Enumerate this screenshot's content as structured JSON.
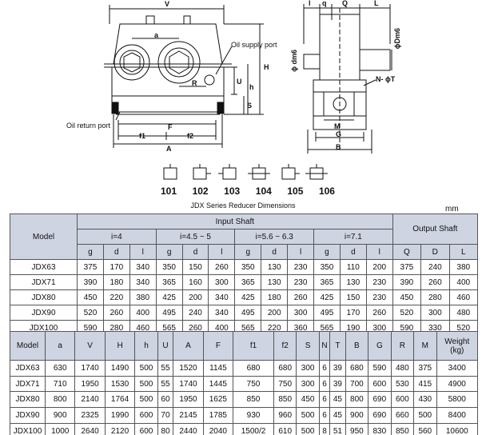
{
  "drawing": {
    "dimension_labels": {
      "V": "V",
      "a": "a",
      "H": "H",
      "h": "h",
      "U": "U",
      "R": "R",
      "S": "S",
      "F": "F",
      "f1": "f1",
      "f2": "f2",
      "A": "A",
      "l": "l",
      "q": "q",
      "Q": "Q",
      "L": "L",
      "dm6": "ϕ dm6",
      "Dm6": "ϕDm6",
      "N": "N- ϕT",
      "M": "M",
      "G": "G",
      "B": "B"
    },
    "oil_supply": "Oil supply port",
    "oil_return": "Oil return port",
    "codes": [
      "101",
      "102",
      "103",
      "104",
      "105",
      "106"
    ],
    "caption": "JDX Series Reducer Dimensions",
    "unit": "mm"
  },
  "table1": {
    "model_header": "Model",
    "input_header": "Input Shaft",
    "output_header": "Output Shaft",
    "ratios": [
      "i=4",
      "i=4.5 ~ 5",
      "i=5.6 ~ 6.3",
      "i=7.1"
    ],
    "sub_headers": [
      "g",
      "d",
      "l",
      "g",
      "d",
      "l",
      "g",
      "d",
      "l",
      "g",
      "d",
      "l",
      "Q",
      "D",
      "L"
    ],
    "rows": [
      [
        "JDX63",
        "375",
        "170",
        "340",
        "350",
        "150",
        "260",
        "350",
        "130",
        "230",
        "350",
        "110",
        "200",
        "375",
        "240",
        "380"
      ],
      [
        "JDX71",
        "390",
        "180",
        "340",
        "365",
        "160",
        "300",
        "365",
        "130",
        "230",
        "365",
        "130",
        "230",
        "390",
        "260",
        "400"
      ],
      [
        "JDX80",
        "450",
        "220",
        "380",
        "425",
        "200",
        "340",
        "425",
        "180",
        "260",
        "425",
        "150",
        "230",
        "450",
        "280",
        "460"
      ],
      [
        "JDX90",
        "520",
        "260",
        "400",
        "495",
        "240",
        "340",
        "495",
        "200",
        "300",
        "495",
        "170",
        "260",
        "520",
        "300",
        "480"
      ],
      [
        "JDX100",
        "590",
        "280",
        "460",
        "565",
        "260",
        "400",
        "565",
        "220",
        "360",
        "565",
        "190",
        "300",
        "590",
        "330",
        "520"
      ]
    ]
  },
  "table2": {
    "headers": [
      "Model",
      "a",
      "V",
      "H",
      "h",
      "U",
      "A",
      "F",
      "f1",
      "f2",
      "S",
      "N",
      "T",
      "B",
      "G",
      "R",
      "M"
    ],
    "weight_header": "Weight",
    "weight_unit": "(kg)",
    "rows": [
      [
        "JDX63",
        "630",
        "1740",
        "1490",
        "500",
        "55",
        "1520",
        "1145",
        "680",
        "680",
        "300",
        "6",
        "39",
        "680",
        "590",
        "480",
        "375",
        "3400"
      ],
      [
        "JDX71",
        "710",
        "1950",
        "1530",
        "500",
        "55",
        "1740",
        "1445",
        "750",
        "750",
        "300",
        "6",
        "39",
        "700",
        "600",
        "530",
        "415",
        "4900"
      ],
      [
        "JDX80",
        "800",
        "2140",
        "1764",
        "500",
        "60",
        "1950",
        "1625",
        "850",
        "850",
        "450",
        "6",
        "45",
        "800",
        "690",
        "600",
        "430",
        "5800"
      ],
      [
        "JDX90",
        "900",
        "2325",
        "1990",
        "600",
        "70",
        "2145",
        "1785",
        "930",
        "960",
        "500",
        "6",
        "45",
        "900",
        "690",
        "660",
        "500",
        "8400"
      ],
      [
        "JDX100",
        "1000",
        "2640",
        "2120",
        "600",
        "80",
        "2440",
        "2040",
        "1500/2",
        "610",
        "500",
        "8",
        "51",
        "950",
        "830",
        "850",
        "560",
        "10600"
      ]
    ]
  }
}
